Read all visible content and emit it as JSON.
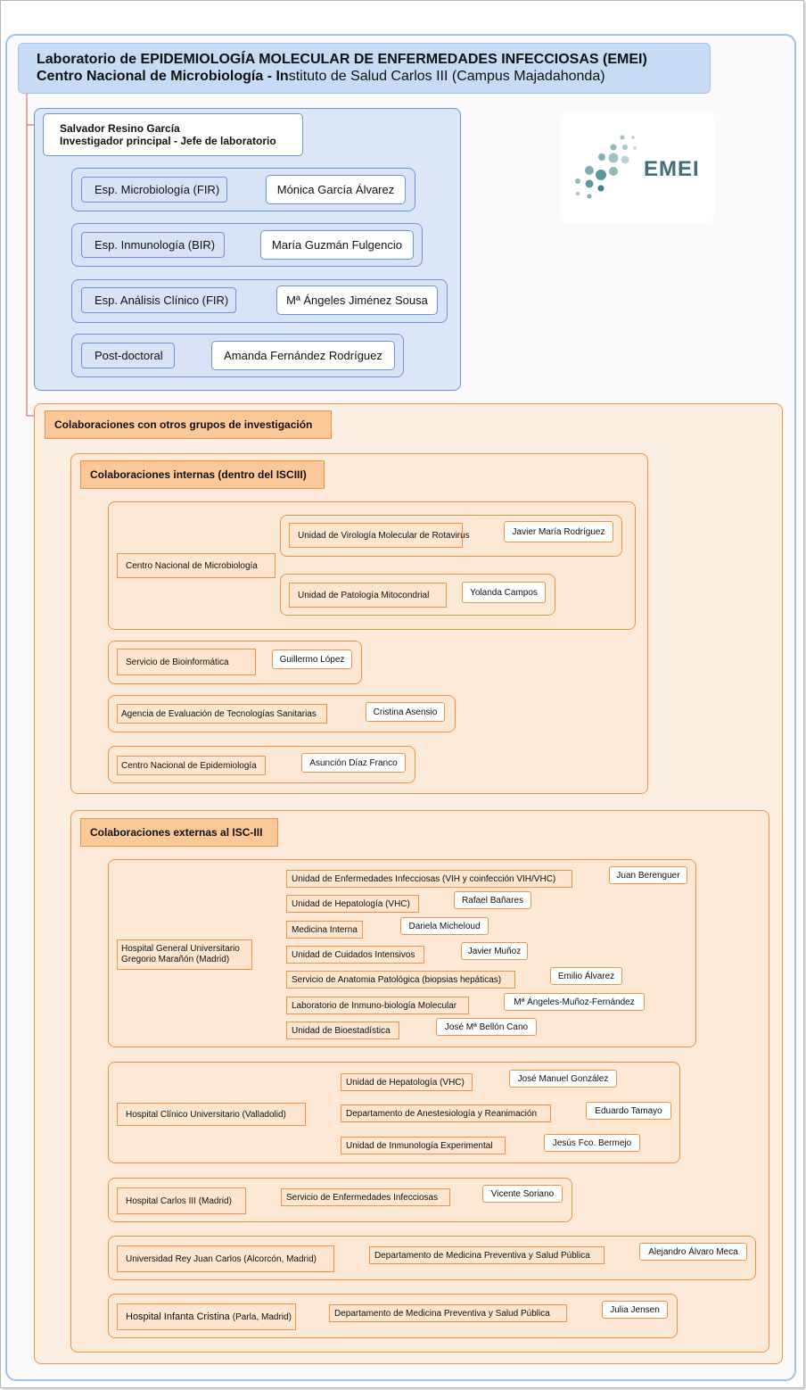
{
  "header": {
    "line1_prefix": "Laboratorio de ",
    "line1_bold": "EPIDEMIOLOGÍA MOLECULAR DE ENFERMEDADES INFECCIOSAS (EMEI)",
    "line2_bold": "Centro Nacional de Microbiología - In",
    "line2_rest": "stituto de Salud Carlos III (Campus Majadahonda)"
  },
  "pi": {
    "name": "Salvador Resino García",
    "role": "Investigador principal - Jefe de laboratorio"
  },
  "logo": {
    "text": "EMEI",
    "brand_color": "#3f6f78"
  },
  "team": [
    {
      "role": "Esp. Microbiología (FIR)",
      "person": "Mónica García Álvarez"
    },
    {
      "role": "Esp. Inmunología (BIR)",
      "person": "María Guzmán Fulgencio"
    },
    {
      "role": "Esp. Análisis Clínico (FIR)",
      "person": "Mª Ángeles Jiménez Sousa"
    },
    {
      "role": "Post-doctoral",
      "person": "Amanda Fernández Rodríguez"
    }
  ],
  "collab": {
    "title": "Colaboraciones con otros grupos de investigación",
    "internal": {
      "title": "Colaboraciones internas (dentro del ISCIII)",
      "cnm": {
        "name": "Centro Nacional de Microbiología",
        "units": [
          {
            "unit": "Unidad de Virología Molecular de Rotavirus",
            "person": "Javier María Rodríguez"
          },
          {
            "unit": "Unidad de Patología Mitocondrial",
            "person": "Yolanda Campos"
          }
        ]
      },
      "others": [
        {
          "unit": "Servicio de Bioinformática",
          "person": "Guillermo López"
        },
        {
          "unit": "Agencia de Evaluación de Tecnologías Sanitarias",
          "person": "Cristina Asensio"
        },
        {
          "unit": "Centro Nacional de Epidemiología",
          "person": "Asunción Díaz Franco"
        }
      ]
    },
    "external": {
      "title": "Colaboraciones externas al ISC-III",
      "gregorio": {
        "name_line1": "Hospital General Universitario",
        "name_line2": "Gregorio Marañón (Madrid)",
        "units": [
          {
            "unit": "Unidad de Enfermedades Infecciosas (VIH y coinfección VIH/VHC)",
            "person": "Juan Berenguer"
          },
          {
            "unit": "Unidad de Hepatología (VHC)",
            "person": "Rafael Bañares"
          },
          {
            "unit": "Medicina Interna",
            "person": "Dariela Micheloud"
          },
          {
            "unit": "Unidad de Cuidados Intensivos",
            "person": "Javier Muñoz"
          },
          {
            "unit": "Servicio de Anatomia Patológica (biopsias hepáticas)",
            "person": "Emilio Álvarez"
          },
          {
            "unit": "Laboratorio de Inmuno-biología Molecular",
            "person": "Mª Ángeles-Muñoz-Fernández"
          },
          {
            "unit": "Unidad de Bioestadística",
            "person": "José Mª Bellón Cano"
          }
        ]
      },
      "clinico": {
        "name": "Hospital Clínico Universitario (Valladolid)",
        "units": [
          {
            "unit": "Unidad de Hepatología (VHC)",
            "person": "José Manuel González"
          },
          {
            "unit": "Departamento de Anestesiología y Reanimación",
            "person": "Eduardo Tamayo"
          },
          {
            "unit": "Unidad de Inmunología Experimental",
            "person": "Jesús Fco. Bermejo"
          }
        ]
      },
      "carlos": {
        "name": "Hospital Carlos III (Madrid)",
        "unit": "Servicio de Enfermedades Infecciosas",
        "person": "Vicente Soriano"
      },
      "urjc": {
        "name": "Universidad Rey Juan Carlos (Alcorcón, Madrid)",
        "unit": "Departamento de Medicina Preventiva y Salud Pública",
        "person": "Alejandro Álvaro Meca"
      },
      "infanta": {
        "name_main": "Hospital Infanta Cristina ",
        "name_small": "(Parla, Madrid)",
        "unit": "Departamento de Medicina Preventiva y Salud Pública",
        "person": "Julia Jensen"
      }
    }
  },
  "colors": {
    "blue_border": "#6b95d8",
    "blue_fill": "#d7e3f5",
    "orange_border": "#f09246",
    "orange_fill": "#fde8d6",
    "connector_red": "#d9534a"
  }
}
